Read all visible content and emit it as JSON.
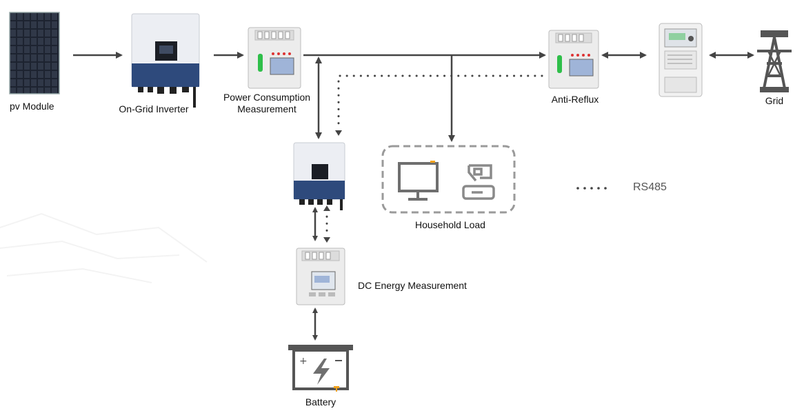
{
  "labels": {
    "pv_module": "pv Module",
    "on_grid_inverter": "On-Grid Inverter",
    "power_consumption_1": "Power Consumption",
    "power_consumption_2": "Measurement",
    "anti_reflux": "Anti-Reflux",
    "grid": "Grid",
    "household_load": "Household Load",
    "dc_energy": "DC Energy Measurement",
    "battery": "Battery"
  },
  "legend": {
    "rs485": "RS485"
  },
  "colors": {
    "arrow": "#444444",
    "inverter_top": "#eceef3",
    "inverter_bottom": "#2e4a7c",
    "meter_body": "#ececec",
    "meter_screen": "#9fb4d8",
    "accent_green": "#2fbf4a",
    "accent_orange": "#f2a21b",
    "icon_gray": "#6f6f6f"
  }
}
